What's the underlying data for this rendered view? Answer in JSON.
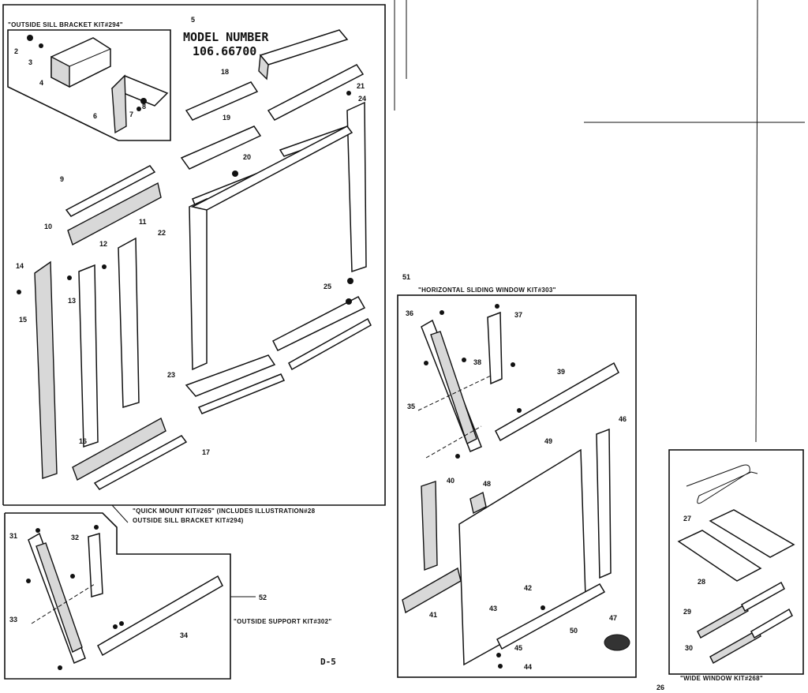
{
  "model": {
    "heading": "MODEL NUMBER",
    "number": "106.66700"
  },
  "kits": {
    "outside_sill_bracket": "\"OUTSIDE SILL BRACKET KIT#294\"",
    "quick_mount_line1": "\"QUICK MOUNT KIT#265\" (INCLUDES ILLUSTRATION#28",
    "quick_mount_line2": "OUTSIDE SILL BRACKET KIT#294)",
    "horizontal_sliding": "\"HORIZONTAL SLIDING WINDOW KIT#303\"",
    "outside_support": "\"OUTSIDE SUPPORT KIT#302\"",
    "wide_window": "\"WIDE WINDOW KIT#268\""
  },
  "page_ref": "D-5",
  "callouts": [
    "2",
    "3",
    "4",
    "5",
    "6",
    "7",
    "8",
    "9",
    "10",
    "11",
    "12",
    "13",
    "14",
    "15",
    "16",
    "17",
    "18",
    "19",
    "20",
    "21",
    "22",
    "23",
    "24",
    "25",
    "26",
    "27",
    "28",
    "29",
    "30",
    "31",
    "32",
    "33",
    "34",
    "35",
    "36",
    "37",
    "38",
    "39",
    "40",
    "41",
    "42",
    "43",
    "44",
    "45",
    "46",
    "47",
    "48",
    "49",
    "50",
    "51",
    "52"
  ],
  "colors": {
    "ink": "#111111",
    "paper": "#ffffff",
    "shade": "#d8d8d8"
  }
}
